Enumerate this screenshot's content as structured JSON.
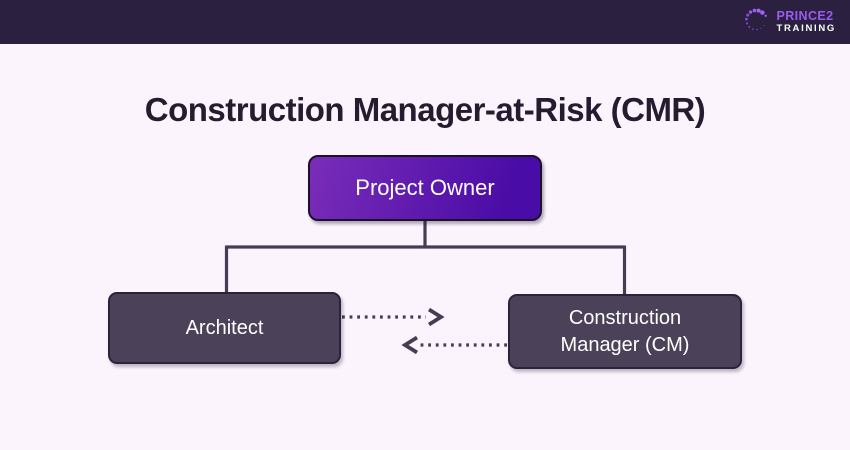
{
  "header": {
    "logo": {
      "icon": "dot-spiral-icon",
      "brand": "PRINCE2",
      "suffix": "TRAINING"
    }
  },
  "main": {
    "title": "Construction Manager-at-Risk (CMR)"
  },
  "diagram": {
    "owner": {
      "label": "Project Owner"
    },
    "architect": {
      "label": "Architect"
    },
    "cm": {
      "label": "Construction Manager (CM)"
    }
  },
  "colors": {
    "header_bg": "#2B2040",
    "page_bg": "#FBF4FD",
    "title_color": "#241C2F",
    "owner_gradient_start": "#7A2DB9",
    "owner_gradient_end": "#4A0CA6",
    "child_box_bg": "#4B4259",
    "connector": "#453D54",
    "logo_purple": "#9A5AF0"
  }
}
